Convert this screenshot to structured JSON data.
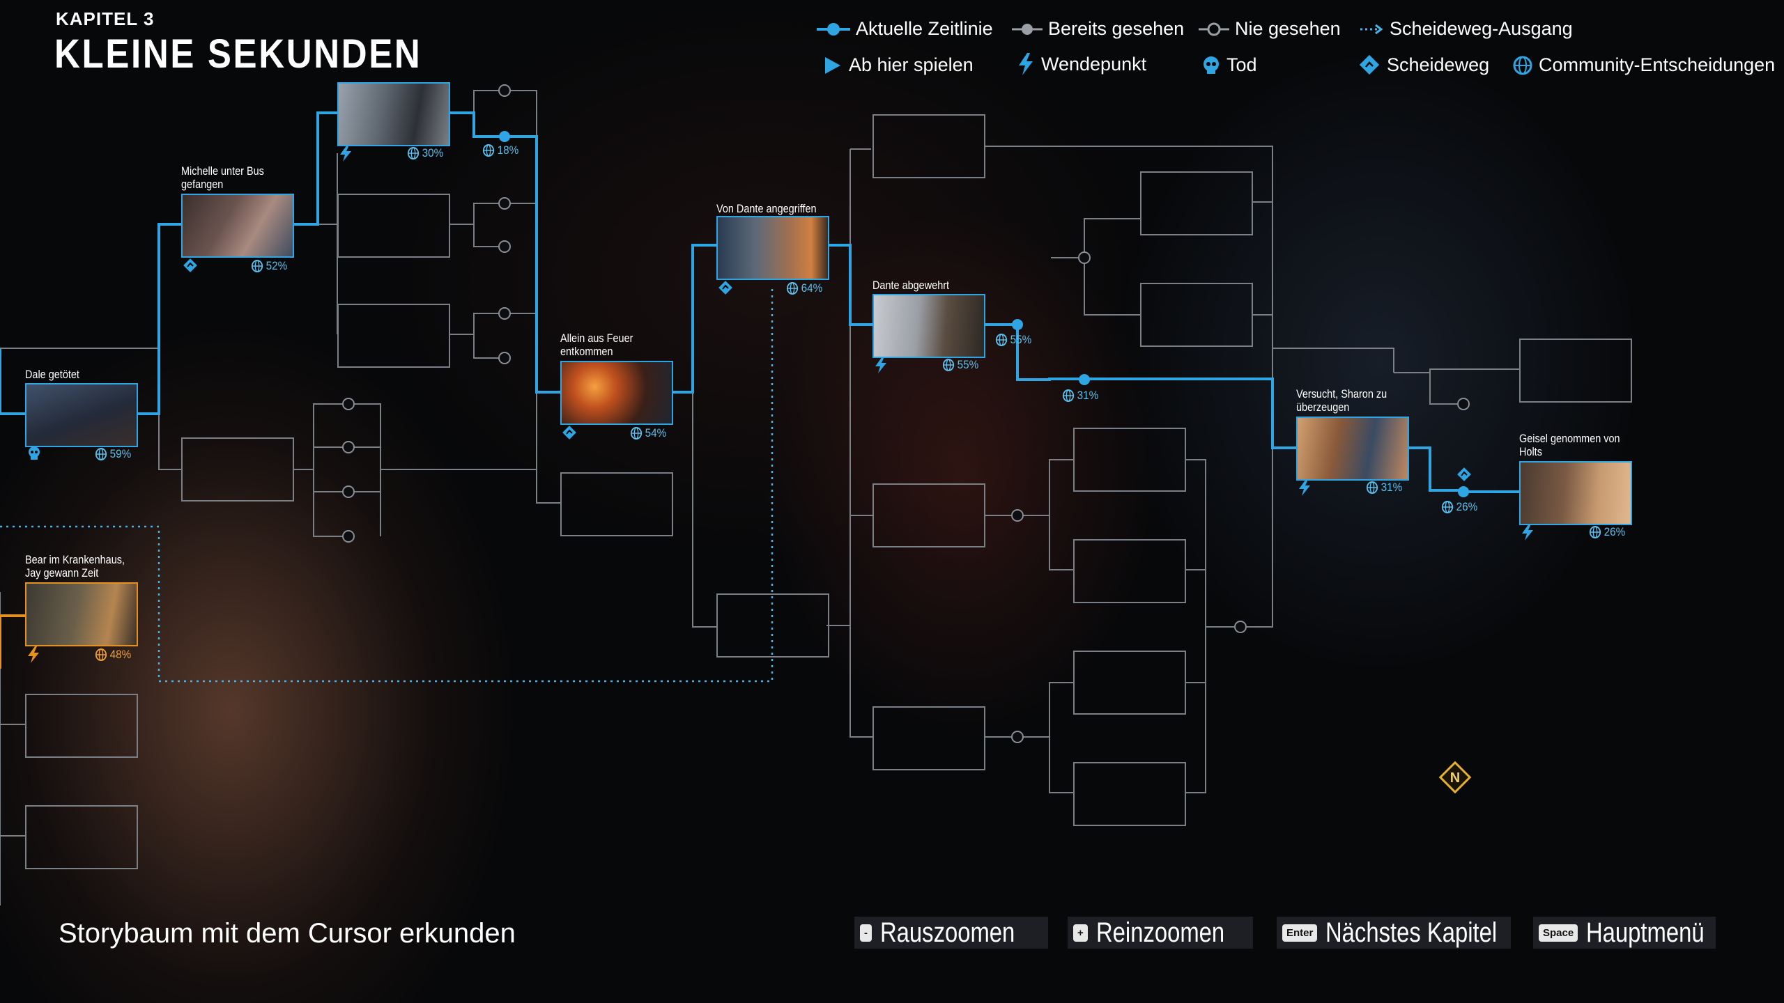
{
  "header": {
    "chapter": "KAPITEL 3",
    "title": "KLEINE SEKUNDEN"
  },
  "legend": {
    "current_timeline": "Aktuelle Zeitlinie",
    "already_seen": "Bereits gesehen",
    "never_seen": "Nie gesehen",
    "crossroad_exit": "Scheideweg-Ausgang",
    "play_from_here": "Ab hier spielen",
    "turning_point": "Wendepunkt",
    "death": "Tod",
    "crossroad": "Scheideweg",
    "community_choices": "Community-Entscheidungen"
  },
  "nodes": {
    "dale": {
      "label": "Dale getötet",
      "pct": "59%"
    },
    "bear": {
      "label": "Bear im Krankenhaus, Jay gewann Zeit",
      "pct": "48%"
    },
    "michelle": {
      "label": "Michelle unter Bus gefangen",
      "pct": "52%"
    },
    "top": {
      "pct": "30%"
    },
    "top_branch": {
      "pct": "18%"
    },
    "feuer": {
      "label": "Allein aus Feuer entkommen",
      "pct": "54%"
    },
    "dante_angriff": {
      "label": "Von Dante angegriffen",
      "pct": "64%"
    },
    "dante_abgewehrt": {
      "label": "Dante abgewehrt",
      "pct": "55%"
    },
    "branch55": {
      "pct": "55%"
    },
    "branch31": {
      "pct": "31%"
    },
    "sharon": {
      "label": "Versucht, Sharon zu überzeugen",
      "pct": "31%"
    },
    "branch26": {
      "pct": "26%"
    },
    "geisel": {
      "label": "Geisel genommen von Holts",
      "pct": "26%"
    }
  },
  "footer": {
    "hint": "Storybaum mit dem Cursor erkunden",
    "zoom_out_key": "-",
    "zoom_out": "Rauszoomen",
    "zoom_in_key": "+",
    "zoom_in": "Reinzoomen",
    "next_key": "Enter",
    "next": "Nächstes Kapitel",
    "menu_key": "Space",
    "menu": "Hauptmenü"
  },
  "colors": {
    "accent": "#2fa6e3",
    "accent_light": "#59c1ef",
    "orange": "#e69020",
    "line_gray": "#7b7f86"
  },
  "badge": {
    "letter": "N"
  }
}
